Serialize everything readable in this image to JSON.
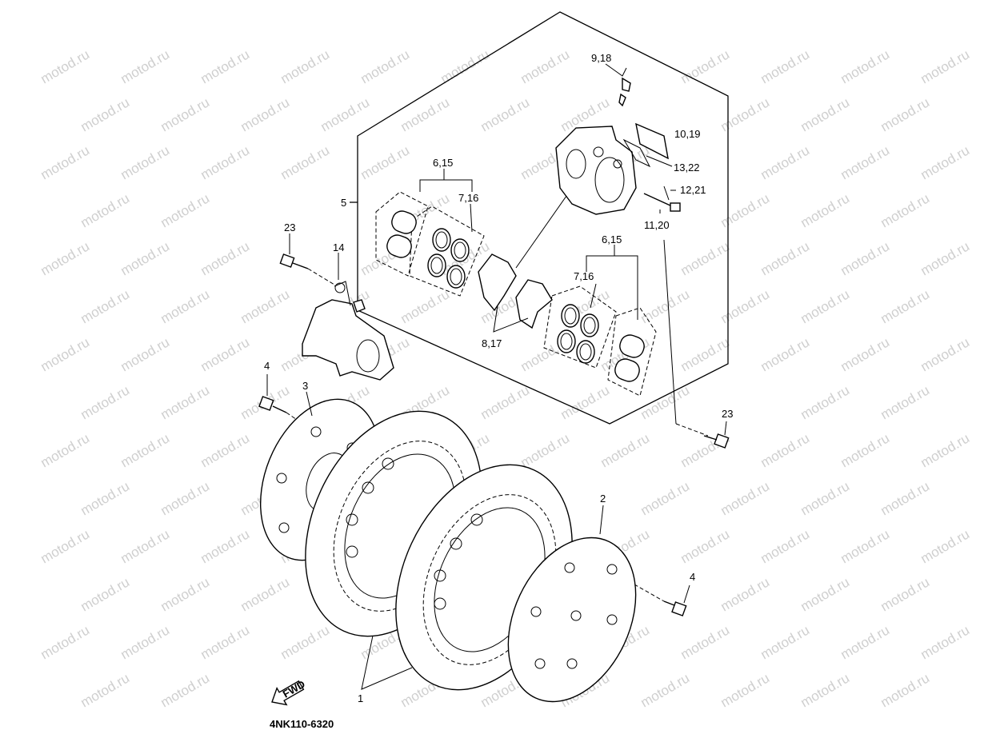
{
  "diagram": {
    "watermark": "motod.ru",
    "drawing_code": "4NK110-6320",
    "fwd_label": "FWD",
    "callouts": {
      "c9_18": "9,18",
      "c10_19": "10,19",
      "c13_22": "13,22",
      "c12_21": "12,21",
      "c11_20": "11,20",
      "c6_15_top": "6,15",
      "c7_16_top": "7,16",
      "c5": "5",
      "c23_left": "23",
      "c14": "14",
      "c6_15_bottom": "6,15",
      "c7_16_bottom": "7,16",
      "c8_17": "8,17",
      "c4_left": "4",
      "c3": "3",
      "c23_right": "23",
      "c2": "2",
      "c4_right": "4",
      "c1": "1"
    }
  }
}
